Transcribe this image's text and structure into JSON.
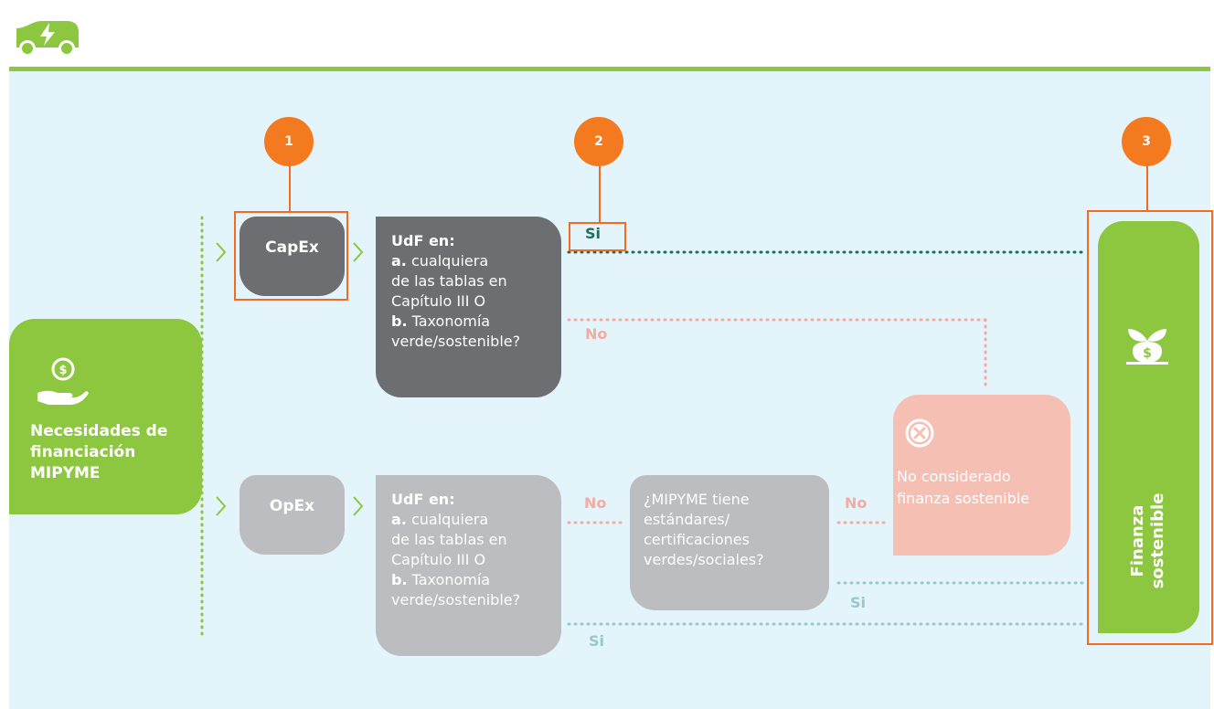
{
  "header": {
    "icon_name": "electric-van-icon"
  },
  "diagram": {
    "source": {
      "label": "Necesidades de financiación MIPYME",
      "icon_name": "hand-coin-icon"
    },
    "steps": {
      "step1": "1",
      "step2": "2",
      "step3": "3"
    },
    "capex_label": "CapEx",
    "opex_label": "OpEx",
    "question_top": {
      "title": "UdF en:",
      "line_a_prefix": "a.",
      "line_a_text": "cualquiera",
      "line_2": "de las tablas en",
      "line_3": "Capítulo III O",
      "line_b_prefix": "b.",
      "line_b_text": "Taxonomía",
      "line_5": "verde/sostenible?"
    },
    "question_bottom": {
      "title": "UdF en:",
      "line_a_prefix": "a.",
      "line_a_text": "cualquiera",
      "line_2": "de las tablas en",
      "line_3": "Capítulo III O",
      "line_b_prefix": "b.",
      "line_b_text": "Taxonomía",
      "line_5": "verde/sostenible?"
    },
    "certification_question": {
      "line_1": "¿MIPYME tiene",
      "line_2": "estándares/",
      "line_3": "certificaciones",
      "line_4": "verdes/sociales?"
    },
    "rejected": {
      "label": "No considerado finanza sostenible",
      "icon_name": "cross-circle-icon"
    },
    "sustainable_finance": {
      "line_1": "Finanza",
      "line_2": "sostenible",
      "icon_name": "plant-money-icon"
    },
    "flow_labels": {
      "si_top": "Si",
      "no_top": "No",
      "no_left": "No",
      "no_right": "No",
      "si_right": "Si",
      "si_bottom": "Si"
    }
  }
}
